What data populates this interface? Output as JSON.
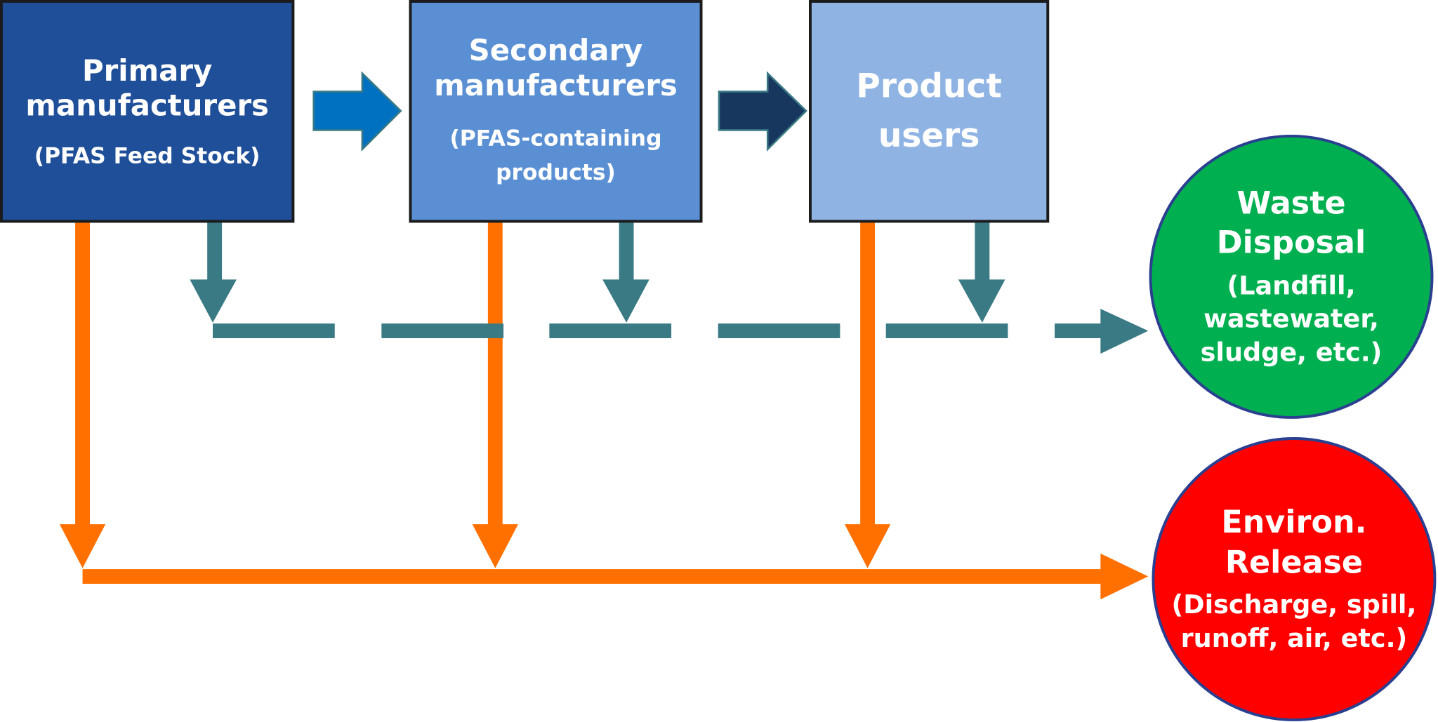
{
  "nodes": {
    "primary": {
      "title": [
        "Primary",
        "manufacturers"
      ],
      "subtitle": [
        "(PFAS Feed Stock)"
      ],
      "color": "#1f4f99"
    },
    "secondary": {
      "title": [
        "Secondary",
        "manufacturers"
      ],
      "subtitle": [
        "(PFAS-containing",
        "products)"
      ],
      "color": "#5a8fd4"
    },
    "users": {
      "title": [
        "Product",
        "users"
      ],
      "color": "#8fb3e3"
    },
    "waste": {
      "title": [
        "Waste",
        "Disposal"
      ],
      "subtitle": [
        "(Landfill,",
        "wastewater,",
        "sludge, etc.)"
      ],
      "color": "#00b050"
    },
    "release": {
      "title": [
        "Environ.",
        "Release"
      ],
      "subtitle": [
        "(Discharge, spill,",
        "runoff, air, etc.)"
      ],
      "color": "#ff0000"
    }
  },
  "colors": {
    "flow_arrow_1": "#0070c0",
    "flow_arrow_2": "#17375e",
    "waste_path": "#3a7a85",
    "release_path": "#ff7000"
  }
}
